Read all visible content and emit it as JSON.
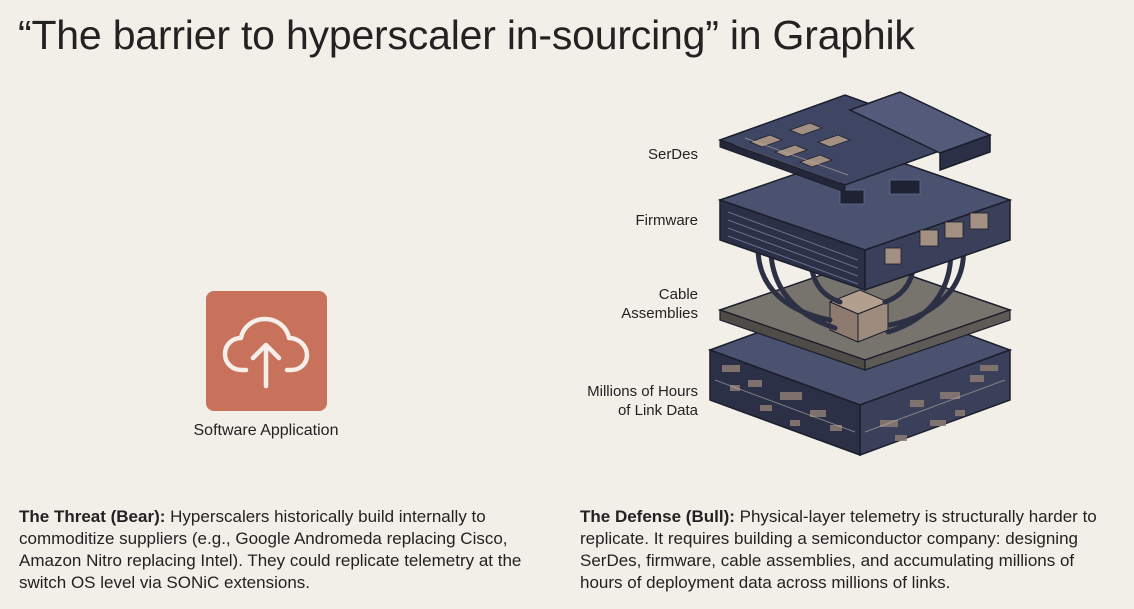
{
  "title": "“The barrier to hyperscaler in-sourcing” in Graphik",
  "app": {
    "caption": "Software Application",
    "icon": "cloud-upload-icon",
    "tile_color": "#c8725c"
  },
  "stack": {
    "labels": {
      "serdes": "SerDes",
      "firmware": "Firmware",
      "cable_line1": "Cable",
      "cable_line2": "Assemblies",
      "hours_line1": "Millions of Hours",
      "hours_line2": "of Link Data"
    },
    "colors": {
      "top": "#4a5270",
      "side_dark": "#2b3047",
      "side_mid": "#3a4059",
      "plate": "#6f6c66",
      "chip": "#a39082"
    }
  },
  "threat": {
    "heading": "The Threat (Bear):",
    "body": " Hyperscalers historically build internally to commoditize suppliers (e.g., Google Andromeda replacing Cisco, Amazon Nitro replacing Intel). They could replicate telemetry at the switch OS level via SONiC extensions."
  },
  "defense": {
    "heading": "The Defense (Bull):",
    "body": " Physical-layer telemetry is structurally harder to replicate. It requires building a semiconductor company: designing SerDes, firmware, cable assemblies, and accumulating millions of hours of deployment data across millions of links."
  }
}
